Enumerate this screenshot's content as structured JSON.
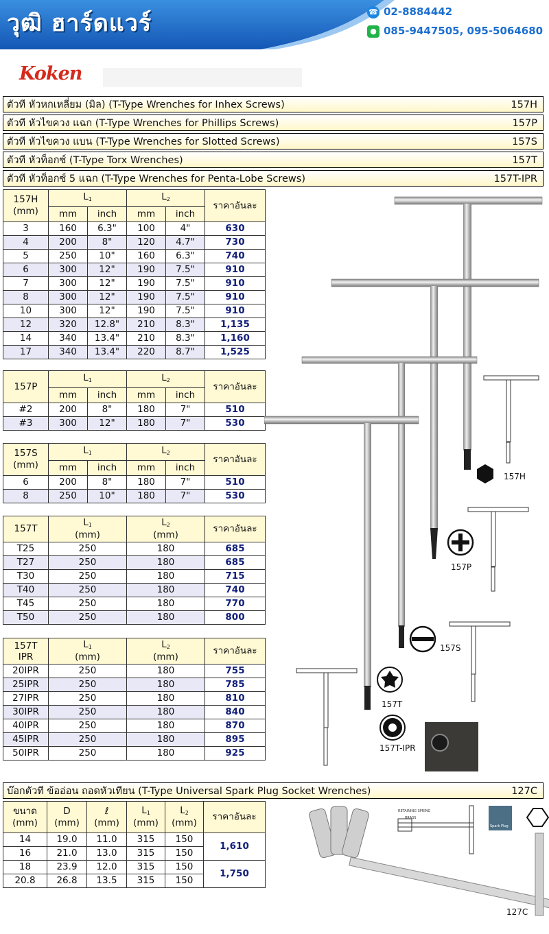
{
  "banner": {
    "shop_name": "วุฒิ ฮาร์ดแวร์",
    "phone": "02-8884442",
    "line": "085-9447505, 095-5064680"
  },
  "brand": "Koken",
  "categories": [
    {
      "label": "ตัวที หัวหกเหลี่ยม (มิล) (T-Type Wrenches for Inhex Screws)",
      "code": "157H"
    },
    {
      "label": "ตัวที หัวไขควง แฉก (T-Type Wrenches for Phillips Screws)",
      "code": "157P"
    },
    {
      "label": "ตัวที หัวไขควง แบน (T-Type Wrenches for Slotted Screws)",
      "code": "157S"
    },
    {
      "label": "ตัวที หัวท็อกซ์  (T-Type Torx Wrenches)",
      "code": "157T"
    },
    {
      "label": "ตัวที หัวท็อกซ์ 5 แฉก (T-Type Wrenches for Penta-Lobe Screws)",
      "code": "157T-IPR"
    }
  ],
  "headers": {
    "price": "ราคาอันละ",
    "mm": "mm",
    "inch": "inch",
    "mm_paren": "(mm)",
    "l": "L",
    "s1": "1",
    "s2": "2"
  },
  "t157h": {
    "model": "157H",
    "unit": "(mm)",
    "rows": [
      [
        "3",
        "160",
        "6.3\"",
        "100",
        "4\"",
        "630"
      ],
      [
        "4",
        "200",
        "8\"",
        "120",
        "4.7\"",
        "730"
      ],
      [
        "5",
        "250",
        "10\"",
        "160",
        "6.3\"",
        "740"
      ],
      [
        "6",
        "300",
        "12\"",
        "190",
        "7.5\"",
        "910"
      ],
      [
        "7",
        "300",
        "12\"",
        "190",
        "7.5\"",
        "910"
      ],
      [
        "8",
        "300",
        "12\"",
        "190",
        "7.5\"",
        "910"
      ],
      [
        "10",
        "300",
        "12\"",
        "190",
        "7.5\"",
        "910"
      ],
      [
        "12",
        "320",
        "12.8\"",
        "210",
        "8.3\"",
        "1,135"
      ],
      [
        "14",
        "340",
        "13.4\"",
        "210",
        "8.3\"",
        "1,160"
      ],
      [
        "17",
        "340",
        "13.4\"",
        "220",
        "8.7\"",
        "1,525"
      ]
    ]
  },
  "t157p": {
    "model": "157P",
    "rows": [
      [
        "#2",
        "200",
        "8\"",
        "180",
        "7\"",
        "510"
      ],
      [
        "#3",
        "300",
        "12\"",
        "180",
        "7\"",
        "530"
      ]
    ]
  },
  "t157s": {
    "model": "157S",
    "unit": "(mm)",
    "rows": [
      [
        "6",
        "200",
        "8\"",
        "180",
        "7\"",
        "510"
      ],
      [
        "8",
        "250",
        "10\"",
        "180",
        "7\"",
        "530"
      ]
    ]
  },
  "t157t": {
    "model": "157T",
    "rows": [
      [
        "T25",
        "250",
        "180",
        "685"
      ],
      [
        "T27",
        "250",
        "180",
        "685"
      ],
      [
        "T30",
        "250",
        "180",
        "715"
      ],
      [
        "T40",
        "250",
        "180",
        "740"
      ],
      [
        "T45",
        "250",
        "180",
        "770"
      ],
      [
        "T50",
        "250",
        "180",
        "800"
      ]
    ]
  },
  "t157ipr": {
    "model": "157T",
    "model2": "IPR",
    "rows": [
      [
        "20IPR",
        "250",
        "180",
        "755"
      ],
      [
        "25IPR",
        "250",
        "180",
        "785"
      ],
      [
        "27IPR",
        "250",
        "180",
        "810"
      ],
      [
        "30IPR",
        "250",
        "180",
        "840"
      ],
      [
        "40IPR",
        "250",
        "180",
        "870"
      ],
      [
        "45IPR",
        "250",
        "180",
        "895"
      ],
      [
        "50IPR",
        "250",
        "180",
        "925"
      ]
    ]
  },
  "spark": {
    "label": "บ๊อกตัวที ข้ออ่อน ถอดหัวเทียน (T-Type Universal Spark Plug Socket Wrenches)",
    "code": "127C",
    "h_size": "ขนาด",
    "h_d": "D",
    "h_l": "ℓ",
    "rows": [
      [
        "14",
        "19.0",
        "11.0",
        "315",
        "150"
      ],
      [
        "16",
        "21.0",
        "13.0",
        "315",
        "150"
      ],
      [
        "18",
        "23.9",
        "12.0",
        "315",
        "150"
      ],
      [
        "20.8",
        "26.8",
        "13.5",
        "315",
        "150"
      ]
    ],
    "prices": [
      "1,610",
      "1,750"
    ]
  },
  "image_labels": {
    "h": "157H",
    "p": "157P",
    "s": "157S",
    "t": "157T",
    "ipr": "157T-IPR",
    "c": "127C",
    "spark_tag": "Spark Plug",
    "retaining": "RETAINING SPRING",
    "brass": "BRASS"
  }
}
